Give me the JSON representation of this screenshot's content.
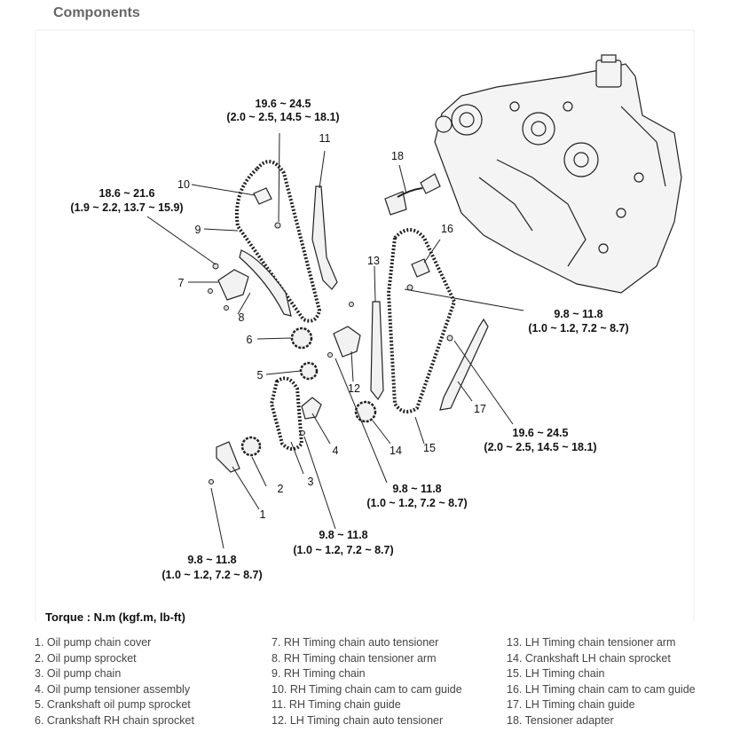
{
  "title": "Components",
  "torque_unit": "Torque : N.m (kgf.m, lb-ft)",
  "torque_specs": {
    "t1": {
      "line1": "19.6 ~ 24.5",
      "line2": "(2.0 ~ 2.5, 14.5 ~ 18.1)"
    },
    "t2": {
      "line1": "18.6 ~ 21.6",
      "line2": "(1.9 ~ 2.2, 13.7 ~ 15.9)"
    },
    "t3": {
      "line1": "9.8 ~ 11.8",
      "line2": "(1.0 ~ 1.2, 7.2 ~ 8.7)"
    },
    "t4": {
      "line1": "19.6 ~ 24.5",
      "line2": "(2.0 ~ 2.5, 14.5 ~ 18.1)"
    },
    "t5": {
      "line1": "9.8 ~ 11.8",
      "line2": "(1.0 ~ 1.2, 7.2 ~ 8.7)"
    },
    "t6": {
      "line1": "9.8 ~ 11.8",
      "line2": "(1.0 ~ 1.2, 7.2 ~ 8.7)"
    },
    "t7": {
      "line1": "9.8 ~ 11.8",
      "line2": "(1.0 ~ 1.2, 7.2 ~ 8.7)"
    }
  },
  "callouts": [
    "1",
    "2",
    "3",
    "4",
    "5",
    "6",
    "7",
    "8",
    "9",
    "10",
    "11",
    "12",
    "13",
    "14",
    "15",
    "16",
    "17",
    "18"
  ],
  "legend": [
    [
      "1. Oil pump chain cover",
      "2. Oil pump sprocket",
      "3. Oil pump chain",
      "4. Oil pump tensioner assembly",
      "5. Crankshaft oil pump sprocket",
      "6. Crankshaft RH chain sprocket"
    ],
    [
      "7. RH Timing chain auto tensioner",
      "8. RH Timing chain tensioner arm",
      "9. RH Timing chain",
      "10. RH Timing chain cam to cam guide",
      "11. RH Timing chain guide",
      "12. LH Timing chain auto tensioner"
    ],
    [
      "13. LH Timing chain tensioner arm",
      "14. Crankshaft LH chain sprocket",
      "15. LH Timing chain",
      "16. LH Timing chain cam to cam guide",
      "17. LH Timing chain guide",
      "18. Tensioner adapter"
    ]
  ],
  "colors": {
    "line": "#222222",
    "part_fill": "#f2f2f2",
    "title": "#666666"
  }
}
